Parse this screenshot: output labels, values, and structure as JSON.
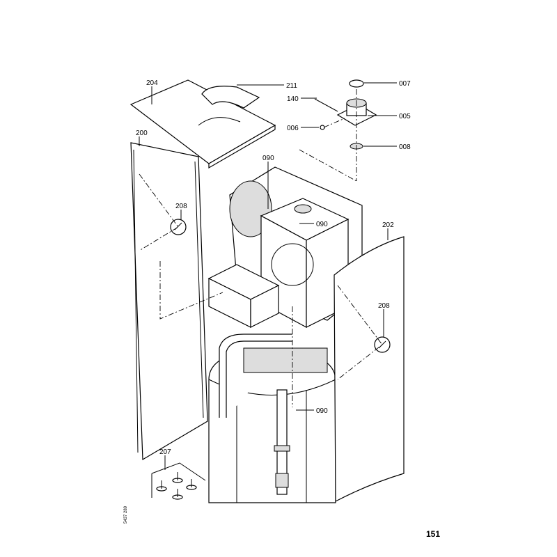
{
  "diagram": {
    "labels": {
      "l204": "204",
      "l211": "211",
      "l007": "007",
      "l140": "140",
      "l005": "005",
      "l006": "006",
      "l008": "008",
      "l200": "200",
      "l090a": "090",
      "l208a": "208",
      "l090b": "090",
      "l202": "202",
      "l208b": "208",
      "l090c": "090",
      "l207": "207"
    },
    "drawing_number": "5437 289",
    "page_number": "151"
  }
}
